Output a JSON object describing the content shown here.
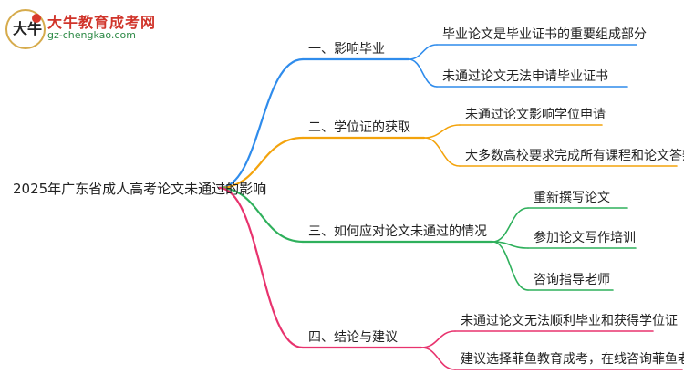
{
  "logo": {
    "icon": "bull-logo-icon",
    "mark_text": "大牛",
    "title": "大牛教育成考网",
    "url": "gz-chengkao.com"
  },
  "mindmap": {
    "root": "2025年广东省成人高考论文未通过的影响",
    "branches": [
      {
        "label": "一、影响毕业",
        "color": "#2f8cec",
        "children": [
          "毕业论文是毕业证书的重要组成部分",
          "未通过论文无法申请毕业证书"
        ]
      },
      {
        "label": "二、学位证的获取",
        "color": "#f3a30c",
        "children": [
          "未通过论文影响学位申请",
          "大多数高校要求完成所有课程和论文答辩"
        ]
      },
      {
        "label": "三、如何应对论文未通过的情况",
        "color": "#2fb05c",
        "children": [
          "重新撰写论文",
          "参加论文写作培训",
          "咨询指导老师"
        ]
      },
      {
        "label": "四、结论与建议",
        "color": "#e8336e",
        "children": [
          "未通过论文无法顺利毕业和获得学位证",
          "建议选择菲鱼教育成考，在线咨询菲鱼老师"
        ]
      }
    ]
  }
}
